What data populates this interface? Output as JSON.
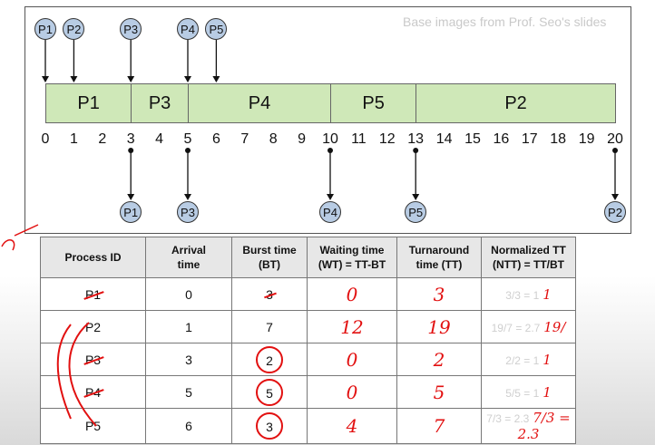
{
  "credit": "Base images from Prof. Seo's slides",
  "gantt": {
    "segments": [
      {
        "label": "P1",
        "start": 0,
        "end": 3
      },
      {
        "label": "P3",
        "start": 3,
        "end": 5
      },
      {
        "label": "P4",
        "start": 5,
        "end": 10
      },
      {
        "label": "P5",
        "start": 10,
        "end": 13
      },
      {
        "label": "P2",
        "start": 13,
        "end": 20
      }
    ],
    "ticks": [
      "0",
      "1",
      "2",
      "3",
      "4",
      "5",
      "6",
      "7",
      "8",
      "9",
      "10",
      "11",
      "12",
      "13",
      "14",
      "15",
      "16",
      "17",
      "18",
      "19",
      "20"
    ],
    "arrivals": [
      {
        "label": "P1",
        "time": 0
      },
      {
        "label": "P2",
        "time": 1
      },
      {
        "label": "P3",
        "time": 3
      },
      {
        "label": "P4",
        "time": 5
      },
      {
        "label": "P5",
        "time": 6
      }
    ],
    "completions": [
      {
        "label": "P1",
        "time": 3
      },
      {
        "label": "P3",
        "time": 5
      },
      {
        "label": "P4",
        "time": 10
      },
      {
        "label": "P5",
        "time": 13
      },
      {
        "label": "P2",
        "time": 20
      }
    ]
  },
  "table": {
    "headers": [
      [
        "Process ID"
      ],
      [
        "Arrival",
        "time"
      ],
      [
        "Burst time",
        "(BT)"
      ],
      [
        "Waiting time",
        "(WT) = TT-BT"
      ],
      [
        "Turnaround",
        "time (TT)"
      ],
      [
        "Normalized TT",
        "(NTT) = TT/BT"
      ]
    ],
    "rows": [
      {
        "pid": "P1",
        "arrival": "0",
        "burst": "3",
        "wt": "0",
        "tt": "3",
        "ntt_printed": "3/3 = 1",
        "ntt_hand": "1"
      },
      {
        "pid": "P2",
        "arrival": "1",
        "burst": "7",
        "wt": "12",
        "tt": "19",
        "ntt_printed": "19/7 = 2.7",
        "ntt_hand": "19/"
      },
      {
        "pid": "P3",
        "arrival": "3",
        "burst": "2",
        "wt": "0",
        "tt": "2",
        "ntt_printed": "2/2 = 1",
        "ntt_hand": "1"
      },
      {
        "pid": "P4",
        "arrival": "5",
        "burst": "5",
        "wt": "0",
        "tt": "5",
        "ntt_printed": "5/5 = 1",
        "ntt_hand": "1"
      },
      {
        "pid": "P5",
        "arrival": "6",
        "burst": "3",
        "wt": "4",
        "tt": "7",
        "ntt_printed": "7/3 = 2.3",
        "ntt_hand": "7/3 = 2.3"
      }
    ]
  },
  "colors": {
    "segment": "#cfe8b8",
    "bubble": "#b8cce4",
    "annotation": "#e21010"
  }
}
